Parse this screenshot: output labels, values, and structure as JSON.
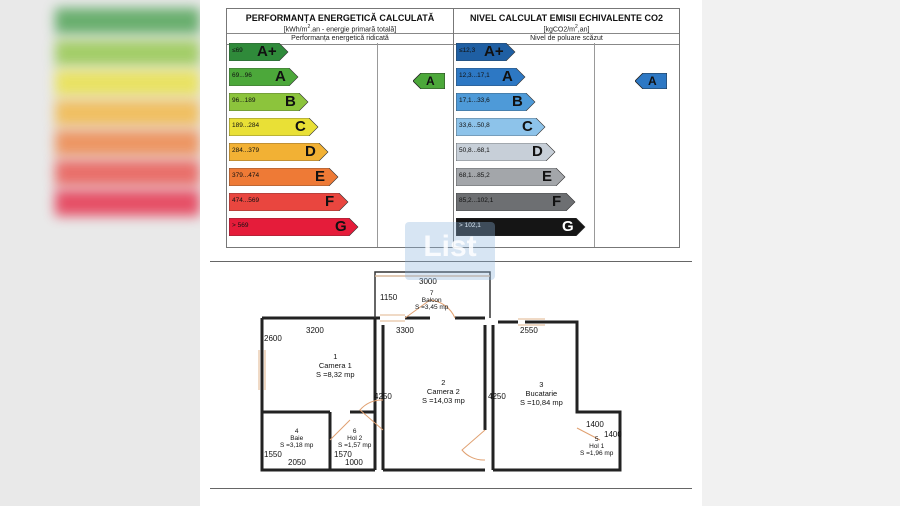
{
  "energy": {
    "title": "PERFORMANȚA ENERGETICĂ CALCULATĂ",
    "subtitle_pre": "[kWh/m",
    "subtitle_sup": "2",
    "subtitle_post": ".an - energie primară totală]",
    "header": "Performanța energetică ridicată",
    "current_class": "A",
    "bands": [
      {
        "range": "≤69",
        "letter": "A+",
        "color": "#2f8a3a"
      },
      {
        "range": "69...96",
        "letter": "A",
        "color": "#4ca83a"
      },
      {
        "range": "96...189",
        "letter": "B",
        "color": "#8cc43c"
      },
      {
        "range": "189...284",
        "letter": "C",
        "color": "#e9e036"
      },
      {
        "range": "284...379",
        "letter": "D",
        "color": "#f2b134"
      },
      {
        "range": "379...474",
        "letter": "E",
        "color": "#ee7a36"
      },
      {
        "range": "474...569",
        "letter": "F",
        "color": "#e9463f"
      },
      {
        "range": "> 569",
        "letter": "G",
        "color": "#e51c3a"
      }
    ]
  },
  "emissions": {
    "title": "NIVEL CALCULAT EMISII ECHIVALENTE CO2",
    "subtitle_pre": "[kgCO2/m",
    "subtitle_sup": "2",
    "subtitle_post": ",an]",
    "header": "Nivel de poluare scăzut",
    "current_class": "A",
    "bands": [
      {
        "range": "≤12,3",
        "letter": "A+",
        "color": "#1f5fa3"
      },
      {
        "range": "12,3...17,1",
        "letter": "A",
        "color": "#2d78c4"
      },
      {
        "range": "17,1...33,6",
        "letter": "B",
        "color": "#4e9ad8"
      },
      {
        "range": "33,6...50,8",
        "letter": "C",
        "color": "#8dc3ea"
      },
      {
        "range": "50,8...68,1",
        "letter": "D",
        "color": "#c7cfd8"
      },
      {
        "range": "68,1...85,2",
        "letter": "E",
        "color": "#a3a6aa"
      },
      {
        "range": "85,2...102,1",
        "letter": "F",
        "color": "#6d6f72"
      },
      {
        "range": "> 102,1",
        "letter": "G",
        "color": "#151515"
      }
    ]
  },
  "watermark": "List",
  "plan": {
    "rooms": [
      {
        "id": "room-camera1",
        "num": "1",
        "name": "Camera 1",
        "area": "S =8,32 mp"
      },
      {
        "id": "room-camera2",
        "num": "2",
        "name": "Camera 2",
        "area": "S =14,03 mp"
      },
      {
        "id": "room-bucatarie",
        "num": "3",
        "name": "Bucatarie",
        "area": "S =10,84 mp"
      },
      {
        "id": "room-baie",
        "num": "4",
        "name": "Baie",
        "area": "S =3,18 mp"
      },
      {
        "id": "room-hol1",
        "num": "5",
        "name": "Hol 1",
        "area": "S =1,96 mp"
      },
      {
        "id": "room-hol2",
        "num": "6",
        "name": "Hol 2",
        "area": "S =1,57 mp"
      },
      {
        "id": "room-balcon",
        "num": "7",
        "name": "Balcon",
        "area": "S =3,45 mp"
      }
    ],
    "dims": {
      "d3000": "3000",
      "d1150": "1150",
      "d3200": "3200",
      "d3300": "3300",
      "d2550": "2550",
      "d2600": "2600",
      "d4250a": "4250",
      "d4250b": "4250",
      "d1400a": "1400",
      "d1400b": "1400",
      "d1550": "1550",
      "d2050": "2050",
      "d1570": "1570",
      "d1000": "1000"
    }
  }
}
